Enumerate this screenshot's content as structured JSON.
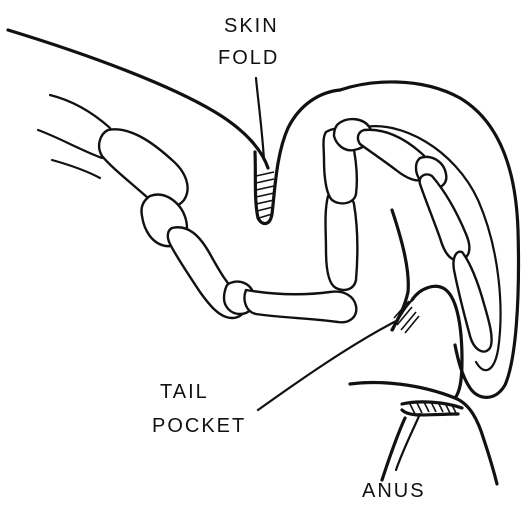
{
  "labels": {
    "skin_fold_line1": "SKIN",
    "skin_fold_line2": "FOLD",
    "tail_pocket_line1": "TAIL",
    "tail_pocket_line2": "POCKET",
    "anus": "ANUS"
  }
}
